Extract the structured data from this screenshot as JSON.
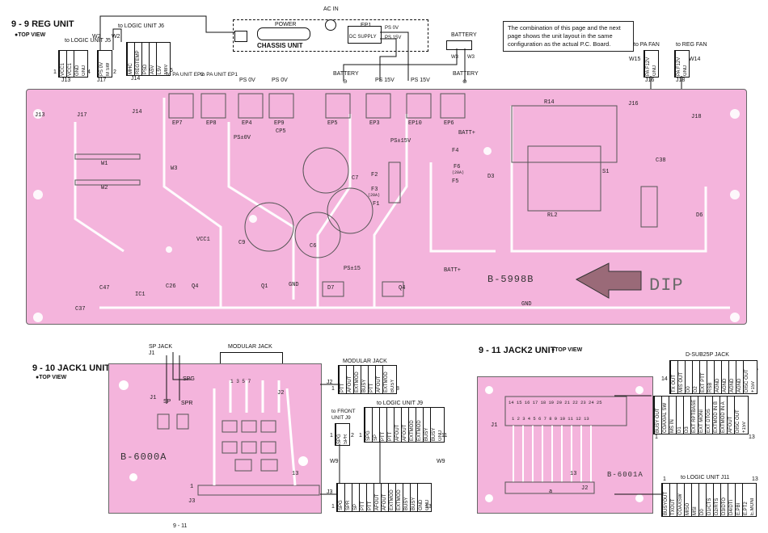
{
  "page_number": "9 - 11",
  "reg_unit": {
    "title": "9 - 9 REG UNIT",
    "view": "●TOP VIEW",
    "note": "The combination of this page and the next page shows the unit layout in the same configuration as the actual P.C. Board.",
    "labels": {
      "to_logic_j5": "to LOGIC UNIT J5",
      "to_logic_j6": "to LOGIC UNIT J6",
      "w2a": "W2",
      "w2b": "W2",
      "j13": "J13",
      "j17": "J17",
      "j14": "J14",
      "ac_in": "AC IN",
      "power": "POWER",
      "chassis_unit": "CHASSIS UNIT",
      "ep1": "EP1",
      "ps0v_top": "PS 0V",
      "ps15v_top": "PS 15V",
      "dc_supply": "DC SUPPLY",
      "battery_top": "BATTERY",
      "w3a": "W3",
      "w3b": "W3",
      "to_pa_unit_ep2": "to PA UNIT EP2",
      "to_pa_unit_ep1": "to PA UNIT EP1",
      "ps0v_a": "PS 0V",
      "ps0v_b": "PS 0V",
      "battery_minus": "BATTERY",
      "ps15v_a": "PS 15V",
      "ps15v_b": "PS 15V",
      "battery_plus": "BATTERY",
      "minus": "⊖",
      "plus": "⊕",
      "to_pa_fan": "to PA FAN",
      "to_reg_fan": "to REG FAN",
      "w15": "W15",
      "w14": "W14",
      "j16": "J16",
      "j18": "J18"
    },
    "j13_pins": [
      "VCC1",
      "VCC1",
      "GND",
      "GND"
    ],
    "j17_pins": [
      "PS 0V",
      "M SW"
    ],
    "j14_pins": [
      "MHC",
      "REGTEMP",
      "PSD",
      "A5V",
      "L5V",
      "M8V"
    ],
    "j16_pins": [
      "PA F12V",
      "GND"
    ],
    "j18_pins": [
      "PA F12V",
      "GND"
    ],
    "pin_marks": {
      "j13_left": "1",
      "j13_right": "4",
      "j17_right": "2",
      "j14_right": "6",
      "j16_left": "1",
      "j18_left": "1",
      "one": "1",
      "two": "2"
    },
    "silk": {
      "j13": "J13",
      "j17": "J17",
      "j14": "J14",
      "ep7": "EP7",
      "ep8": "EP8",
      "ep4": "EP4",
      "ep9": "EP9",
      "ep5": "EP5",
      "ep3": "EP3",
      "ep10": "EP10",
      "ep6": "EP6",
      "r14": "R14",
      "j16": "J16",
      "j18": "J18",
      "ps0v": "PS±0V",
      "cp5": "CP5",
      "ps15v": "PS±15V",
      "batt_top": "BATT+",
      "f4": "F4",
      "f6": "F6",
      "f6_20a": "(20A)",
      "f5": "F5",
      "d3": "D3",
      "s1": "S1",
      "c38": "C38",
      "w1": "W1",
      "w3": "W3",
      "w2": "W2",
      "c7": "C7",
      "f2": "F2",
      "f3": "F3",
      "f3_20a": "(20A)",
      "f1": "F1",
      "rl2": "RL2",
      "d6": "D6",
      "vcc1": "VCC1",
      "c9": "C9",
      "c6": "C6",
      "ps15": "PS±15",
      "batt_mid": "BATT+",
      "board": "B-5998B",
      "dip": "DIP",
      "c47": "C47",
      "c26": "C26",
      "ic1": "IC1",
      "q4a": "Q4",
      "q1": "Q1",
      "gnd_a": "GND",
      "d7": "D7",
      "q4b": "Q4",
      "gnd_b": "GND",
      "c37": "C37"
    }
  },
  "jack1_unit": {
    "title": "9 - 10 JACK1 UNIT",
    "view": "●TOP VIEW",
    "labels": {
      "sp_jack": "SP JACK",
      "j1": "J1",
      "modular_jack_top": "MODULAR JACK",
      "spg": "SPG",
      "sp": "SP",
      "spr": "SPR",
      "j2": "J2",
      "modular_jack": "MODULAR JACK",
      "to_logic_j9": "to LOGIC UNIT J9",
      "to_front_j9": "to FRONT UNIT J9",
      "w9a": "W9",
      "w9b": "W9",
      "j3": "J3",
      "one_a": "1",
      "eight": "8",
      "one_b": "1",
      "two": "2",
      "one_c": "1",
      "eleven": "11",
      "one_d": "1",
      "thirteen": "13"
    },
    "j2_pins": [
      "PTT",
      "AFOUT",
      "EXTMOD",
      "BUSY",
      "PTT",
      "AFOUT",
      "EXTMOD",
      "BUSY"
    ],
    "front_pins": [
      "SPG",
      "SPR"
    ],
    "logic_j9_pins": [
      "SPG",
      "SP",
      "PTT",
      "PTT",
      "AFOUT",
      "AFOUT",
      "EXTMOD",
      "EXTMOD",
      "BUSY",
      "BUSY",
      "GND"
    ],
    "j3_pins": [
      "SPG",
      "SPR",
      "SP",
      "PTT",
      "PTT",
      "AFOUT",
      "AFOUT",
      "EXTMOD",
      "EXTMOD",
      "BUSY",
      "BUSY",
      "GND",
      "GND"
    ],
    "silk": {
      "j1": "J1",
      "j2": "J2",
      "j3": "J3",
      "board": "B-6000A",
      "num1": "1",
      "num13": "13",
      "pins_top": "1  3  5  7"
    }
  },
  "jack2_unit": {
    "title": "9 - 11 JACK2 UNIT",
    "view": "●TOP VIEW",
    "labels": {
      "dsub": "D-SUB25P JACK",
      "fourteen": "14",
      "twenty_five": "25",
      "one_a": "1",
      "thirteen_a": "13",
      "to_logic_j11": "to LOGIC UNIT J11",
      "one_b": "1",
      "thirteen_b": "13"
    },
    "dsub_top_pins": [
      "TX OUT",
      "MIS OUT",
      "D0",
      "D2",
      "EXT PTT",
      "RSB",
      "AGND",
      "AGND",
      "AGND",
      "AGND",
      "DISC OUT",
      "+15V"
    ],
    "dsub_bottom_pins": [
      "BUSY OUT",
      "COAXIAL SW",
      "MS IN",
      "D1",
      "D3",
      "EXT RPTBASE",
      "EXT MONI",
      "EXT DTOS",
      "EXTMOD IN B",
      "EXTMOD IN A",
      "AFOUT",
      "DISC OUT",
      "+15V"
    ],
    "j11_pins": [
      "BUSYOUT",
      "TXOUT",
      "COAXSW",
      "MISO",
      "MSI",
      "D0",
      "D1/CTS",
      "D2/RTS",
      "D3/DTO",
      "D4/DTI",
      "E.PBI",
      "E.PT2",
      "E.MONI"
    ],
    "silk": {
      "j1": "J1",
      "j2": "J2",
      "board": "B-6001A",
      "thirteen": "13",
      "row_top": "14 15 16 17 18 19 20 21 22 23 24 25",
      "row_bottom": "1 2 3 4 5 6 7 8 9 10 11 12 13",
      "a": "a"
    }
  },
  "colors": {
    "pcb": "#f4b4dc",
    "trace": "#ffffff",
    "arrow": "#9a6a78"
  }
}
